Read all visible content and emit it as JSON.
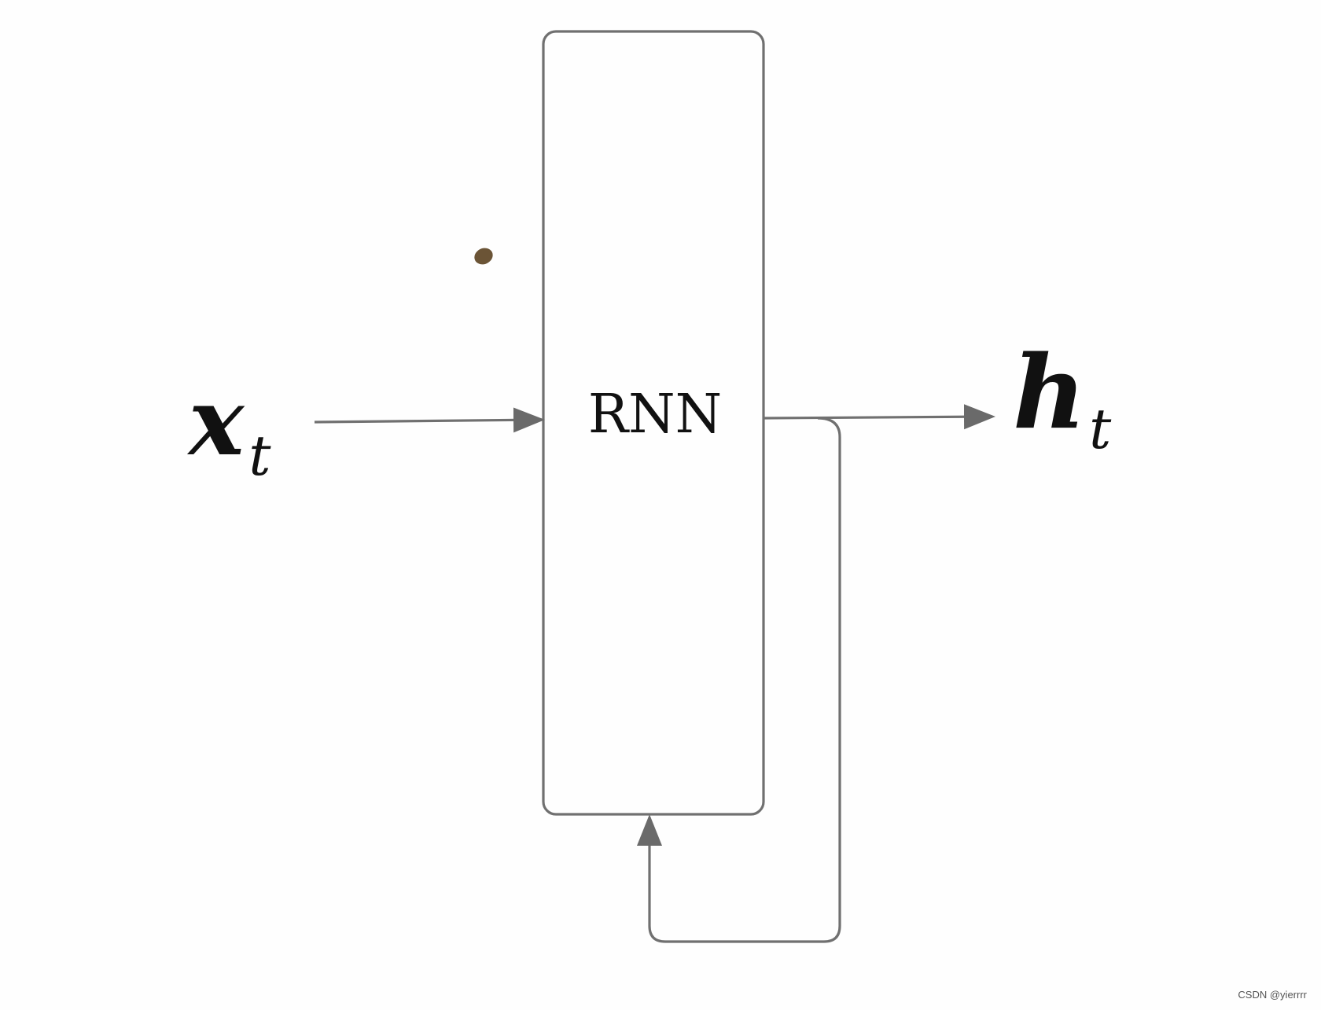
{
  "diagram": {
    "input": {
      "symbol": "x",
      "subscript": "t"
    },
    "output": {
      "symbol": "h",
      "subscript": "t"
    },
    "cell": {
      "label": "RNN"
    }
  },
  "watermark": "CSDN @yierrrr",
  "colors": {
    "stroke": "#707070",
    "arrowhead": "#6a6a6a",
    "text": "#111111",
    "background": "#fefefe",
    "speck": "#6b5436"
  }
}
